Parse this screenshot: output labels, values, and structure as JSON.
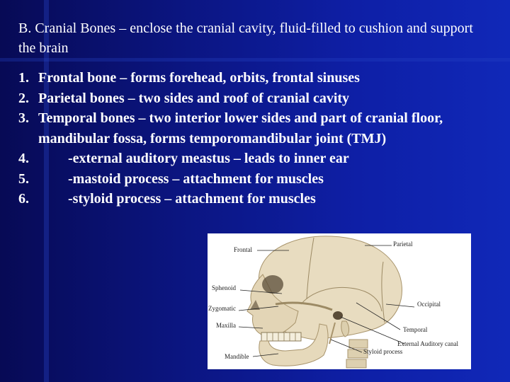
{
  "slide": {
    "title": "B. Cranial Bones – enclose the cranial cavity, fluid-filled to cushion and support the brain",
    "items": [
      {
        "num": "1.",
        "text": "Frontal bone – forms forehead, orbits, frontal sinuses"
      },
      {
        "num": "2.",
        "text": "Parietal bones – two sides and roof of cranial cavity"
      },
      {
        "num": "3.",
        "text": "Temporal bones – two interior lower sides and part of cranial floor, mandibular fossa, forms temporomandibular joint (TMJ)"
      },
      {
        "num": "4.",
        "text": "-external auditory meastus – leads to inner ear"
      },
      {
        "num": "5.",
        "text": "-mastoid process – attachment for muscles"
      },
      {
        "num": "6.",
        "text": "-styloid process – attachment for muscles"
      }
    ]
  },
  "figure": {
    "labels": {
      "frontal": "Frontal",
      "parietal": "Parietal",
      "sphenoid": "Sphenoid",
      "occipital": "Occipital",
      "zygomatic": "Zygomatic",
      "maxilla": "Maxilla",
      "temporal": "Temporal",
      "ext_auditory": "External Auditory canal",
      "styloid": "Styloid process",
      "mandible": "Mandible"
    }
  }
}
